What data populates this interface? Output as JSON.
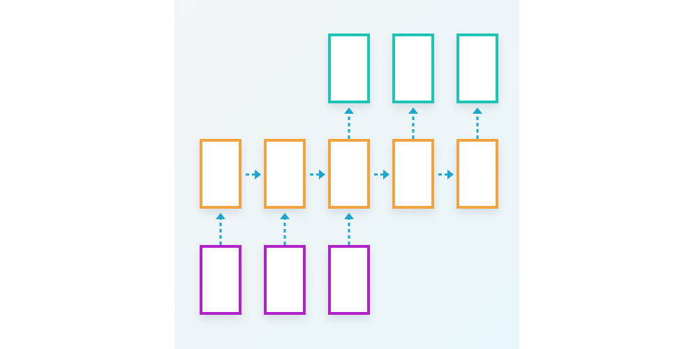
{
  "diagram": {
    "colors": {
      "input": "#b020c8",
      "hidden": "#f2a341",
      "output": "#1fc4b3",
      "arrow": "#1aa6cf",
      "fill": "#ffffff"
    },
    "input_count": 3,
    "hidden_count": 5,
    "output_count": 3,
    "output_start_index": 2
  }
}
